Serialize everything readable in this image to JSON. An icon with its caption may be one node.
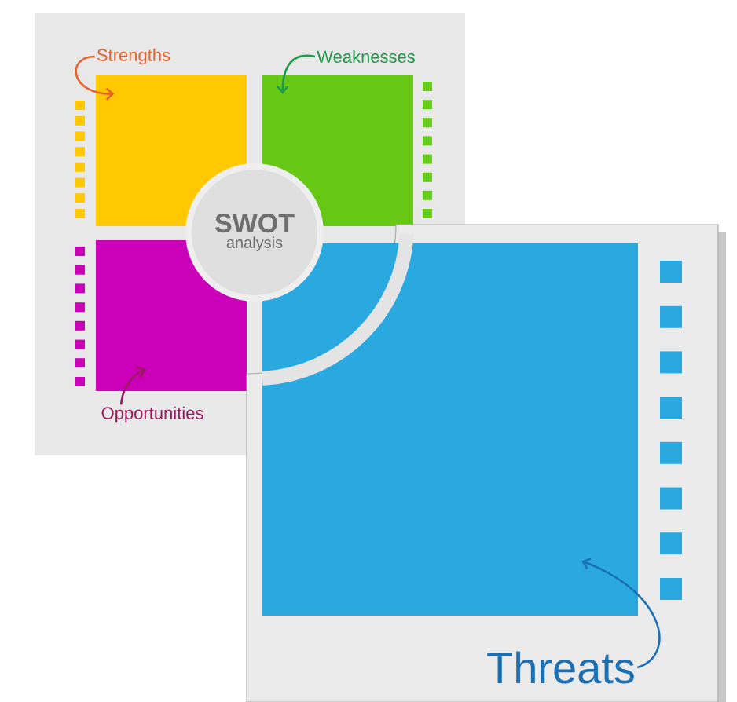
{
  "diagram": {
    "nodes": [
      {
        "text": [
          "Strengths"
        ]
      },
      {
        "text": [],
        "shape": "box"
      },
      {
        "text": [
          "Weaknesses"
        ]
      },
      {
        "text": [],
        "shape": "box"
      },
      {
        "text": [
          "SWOT",
          "analysis"
        ]
      },
      {
        "text": [],
        "shape": "box"
      },
      {
        "text": [
          "Opportunities"
        ]
      },
      {
        "text": [],
        "shape": "box"
      },
      {
        "text": [
          "Threats"
        ]
      }
    ],
    "edges": [
      {
        "from": 0,
        "to": 1,
        "arrow": "to",
        "color": "#e8622c"
      },
      {
        "from": 2,
        "to": 3,
        "arrow": "to",
        "color": "#1f9a4a"
      },
      {
        "from": 6,
        "to": 5,
        "arrow": "to",
        "color": "#9b1a5e"
      },
      {
        "from": 8,
        "to": 7,
        "arrow": "to",
        "color": "#1a6fb5"
      }
    ]
  }
}
